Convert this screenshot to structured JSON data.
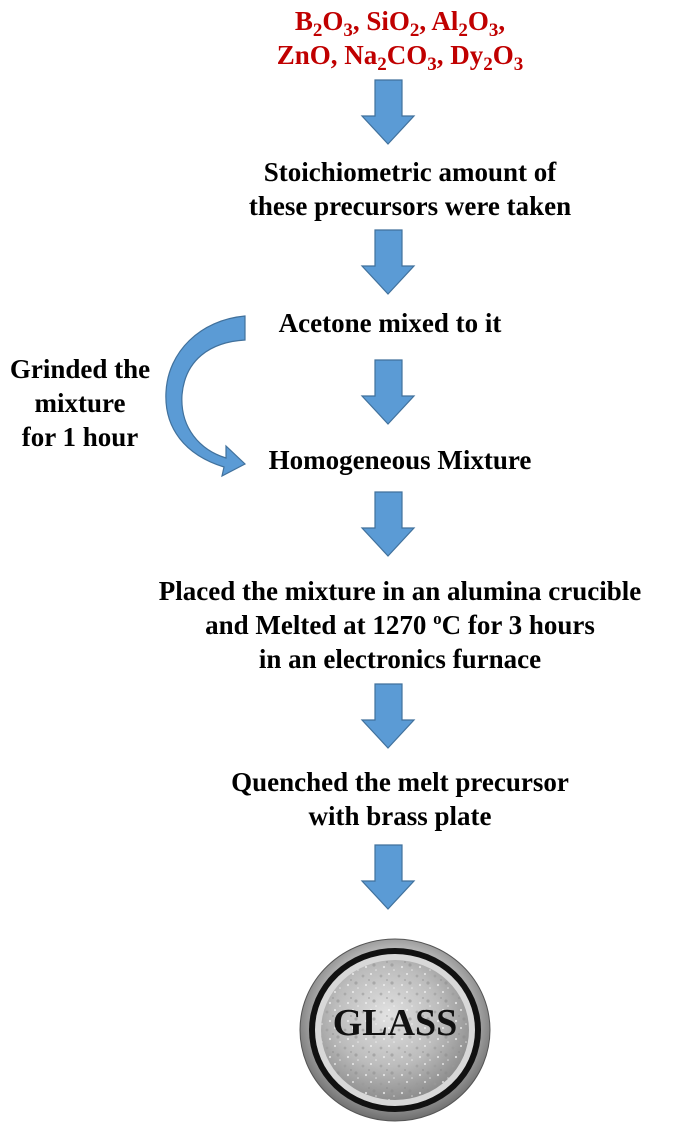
{
  "precursors": {
    "line1": [
      {
        "t": "B"
      },
      {
        "t": "2",
        "sub": true
      },
      {
        "t": "O"
      },
      {
        "t": "3",
        "sub": true
      },
      {
        "t": ", SiO"
      },
      {
        "t": "2",
        "sub": true
      },
      {
        "t": ", Al"
      },
      {
        "t": "2",
        "sub": true
      },
      {
        "t": "O"
      },
      {
        "t": "3",
        "sub": true
      },
      {
        "t": ","
      }
    ],
    "line2": [
      {
        "t": "ZnO, Na"
      },
      {
        "t": "2",
        "sub": true
      },
      {
        "t": "CO"
      },
      {
        "t": "3",
        "sub": true
      },
      {
        "t": ", Dy"
      },
      {
        "t": "2",
        "sub": true
      },
      {
        "t": "O"
      },
      {
        "t": "3",
        "sub": true
      }
    ]
  },
  "steps": {
    "stoichiometric": [
      "Stoichiometric amount of",
      "these precursors were taken"
    ],
    "acetone": "Acetone mixed to it",
    "grinding": [
      "Grinded the",
      "mixture",
      "for 1 hour"
    ],
    "homogeneous": "Homogeneous Mixture",
    "melting": {
      "line1": "Placed the mixture in an alumina crucible",
      "line2_pre": "and Melted at 1270 ",
      "line2_sup": "o",
      "line2_post": "C for 3 hours",
      "line3": "in an electronics furnace"
    },
    "quench": [
      "Quenched the melt precursor",
      "with brass plate"
    ]
  },
  "product": "GLASS",
  "colors": {
    "arrow": "#5b9bd5",
    "arrow_edge": "#41719c",
    "precursor_text": "#c00000",
    "text": "#000000"
  }
}
